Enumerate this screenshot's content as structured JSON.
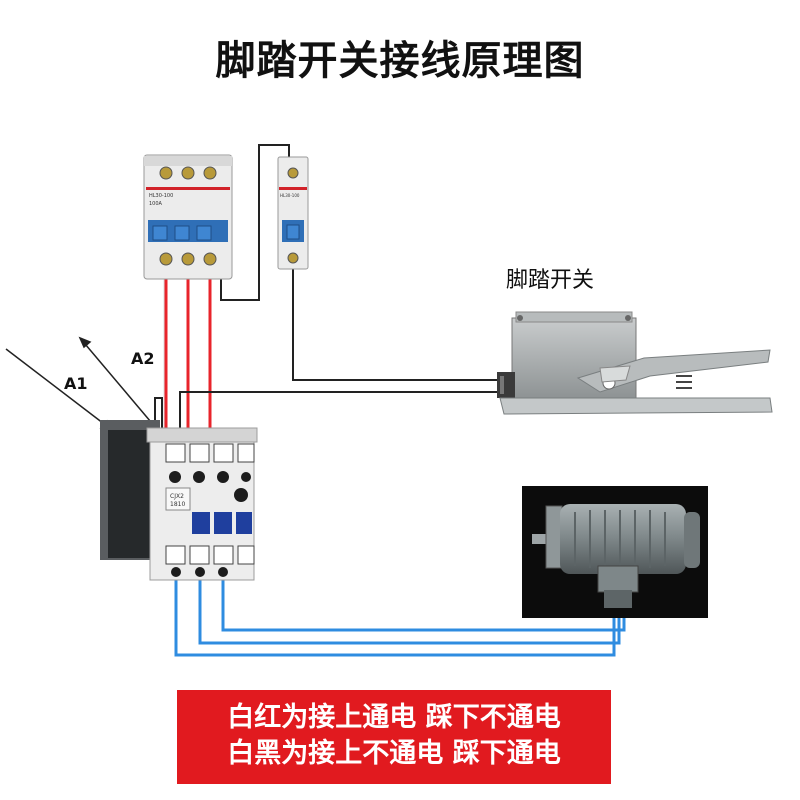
{
  "title": "脚踏开关接线原理图",
  "pedal_switch_label": "脚踏开关",
  "labels": {
    "a1": "A1",
    "a2": "A2"
  },
  "breaker_main": {
    "model_text": "HL30-100",
    "rating_text": "100A"
  },
  "breaker_small": {
    "model_text": "HL30-100"
  },
  "contactor": {
    "model_text": "CJX2",
    "code_text": "1810"
  },
  "note": {
    "line1": "白红为接上通电  踩下不通电",
    "line2": "白黑为接上不通电  踩下通电"
  },
  "colors": {
    "live_wire": "#e8242b",
    "motor_wire": "#2f8ce0",
    "control_wire": "#222222",
    "note_background": "#e11a1f",
    "contactor_button": "#1f3f9e"
  }
}
